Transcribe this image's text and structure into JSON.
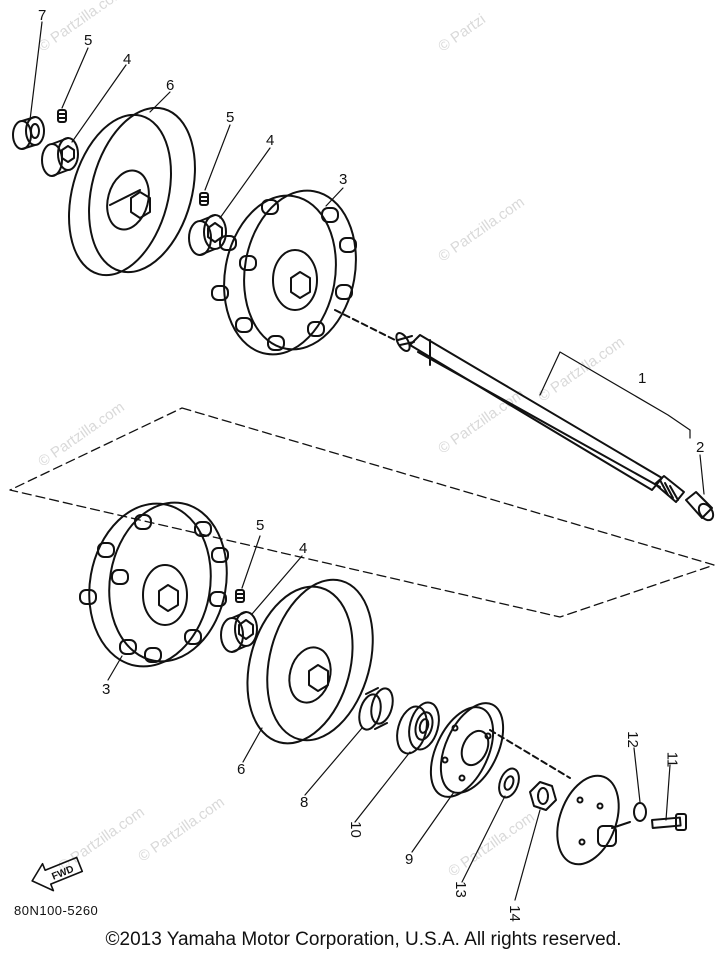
{
  "watermark_text": "© Partzilla.com",
  "watermark_visible_fragments": [
    "© Partzilla.com",
    "© Partzilla.com",
    "© Partzilla.com",
    "© Partzilla.com",
    "© Partzilla.com",
    "© Partzilla.com",
    "© Partzilla.com",
    "© Partzilla.com",
    "© Partzi"
  ],
  "part_labels": {
    "p1_top": "1",
    "p2": "2",
    "p3_top": "3",
    "p3_bottom": "3",
    "p4_a": "4",
    "p4_b": "4",
    "p4_c": "4",
    "p5_a": "5",
    "p5_b": "5",
    "p5_c": "5",
    "p6_top": "6",
    "p6_bottom": "6",
    "p7": "7",
    "p8": "8",
    "p9": "9",
    "p10": "10",
    "p11": "11",
    "p12": "12",
    "p13": "13",
    "p14": "14"
  },
  "fwd_badge": "FWD",
  "drawing_code": "80N100-5260",
  "copyright": "©2013 Yamaha Motor Corporation, U.S.A. All rights reserved.",
  "colors": {
    "line": "#111111",
    "watermark": "#d9d9d9",
    "background": "#ffffff"
  }
}
